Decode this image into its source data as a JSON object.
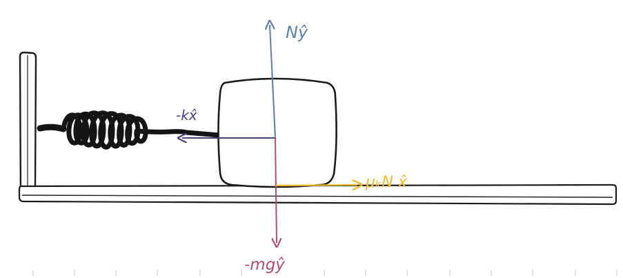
{
  "labels": {
    "normal_force": "Nŷ",
    "spring_force": "-kx̂",
    "friction_force": "μₖN x̂",
    "gravity_force": "-mgŷ"
  },
  "colors": {
    "ink": "#1b1b1b",
    "normal": "#5a80a8",
    "spring": "#4b4180",
    "friction": "#f0bc2c",
    "gravity": "#b04f6d",
    "ruler": "#d4d4d4"
  }
}
